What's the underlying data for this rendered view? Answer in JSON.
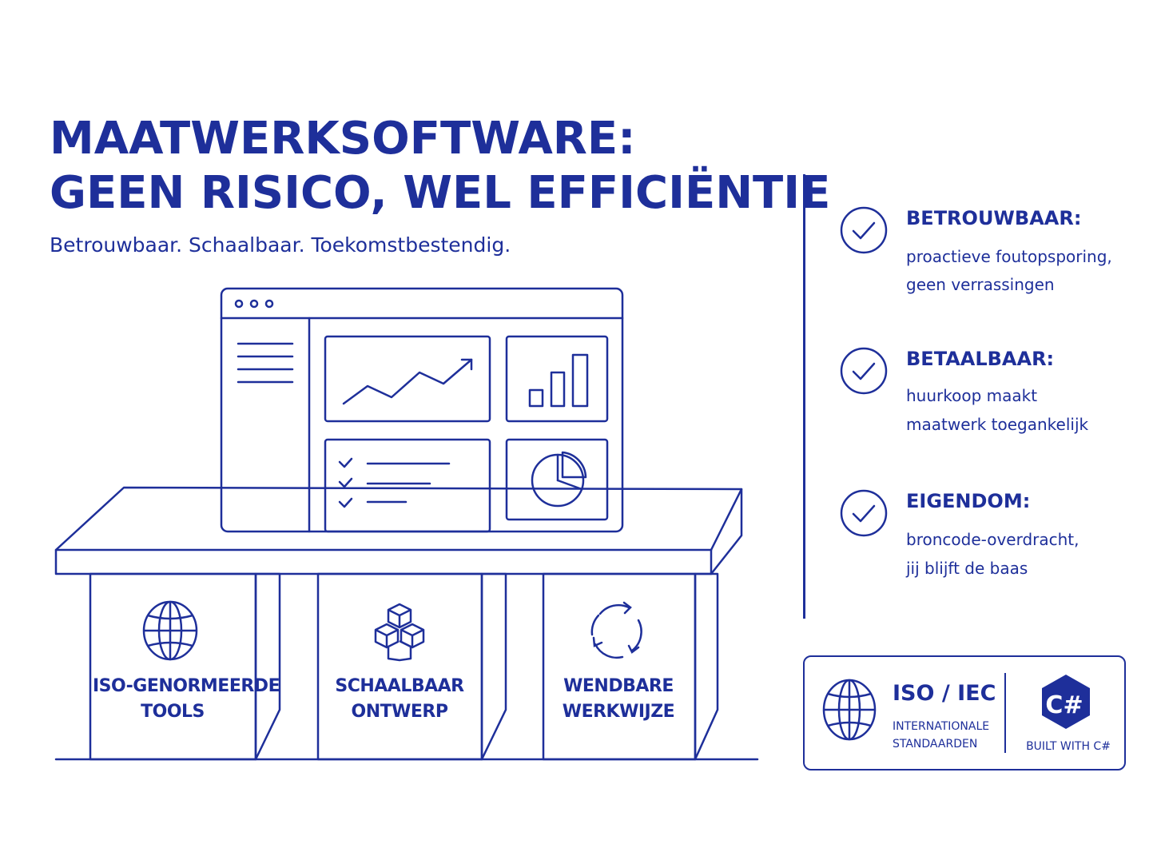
{
  "header": {
    "title_line1": "MAATWERKSOFTWARE:",
    "title_line2": "GEEN RISICO, WEL EFFICIËNTIE",
    "subtitle": "Betrouwbaar. Schaalbaar. Toekomstbestendig."
  },
  "benefits": [
    {
      "title": "BETROUWBAAR:",
      "line1": "proactieve foutopsporing,",
      "line2": "geen verrassingen"
    },
    {
      "title": "BETAALBAAR:",
      "line1": "huurkoop maakt",
      "line2": "maatwerk toegankelijk"
    },
    {
      "title": "EIGENDOM:",
      "line1": "broncode-overdracht,",
      "line2": "jij blijft de baas"
    }
  ],
  "pillars": [
    {
      "line1": "ISO-GENORMEERDE",
      "line2": "TOOLS",
      "icon": "globe-icon"
    },
    {
      "line1": "SCHAALBAAR",
      "line2": "ONTWERP",
      "icon": "cubes-icon"
    },
    {
      "line1": "WENDBARE",
      "line2": "WERKWIJZE",
      "icon": "cycle-arrows-icon"
    }
  ],
  "badge": {
    "iso_label": "ISO / IEC",
    "iso_sub_line1": "INTERNATIONALE",
    "iso_sub_line2": "STANDAARDEN",
    "csharp_glyph": "C#",
    "built_label": "BUILT WITH C#"
  },
  "colors": {
    "primary": "#1e2f9a",
    "background": "#ffffff"
  }
}
